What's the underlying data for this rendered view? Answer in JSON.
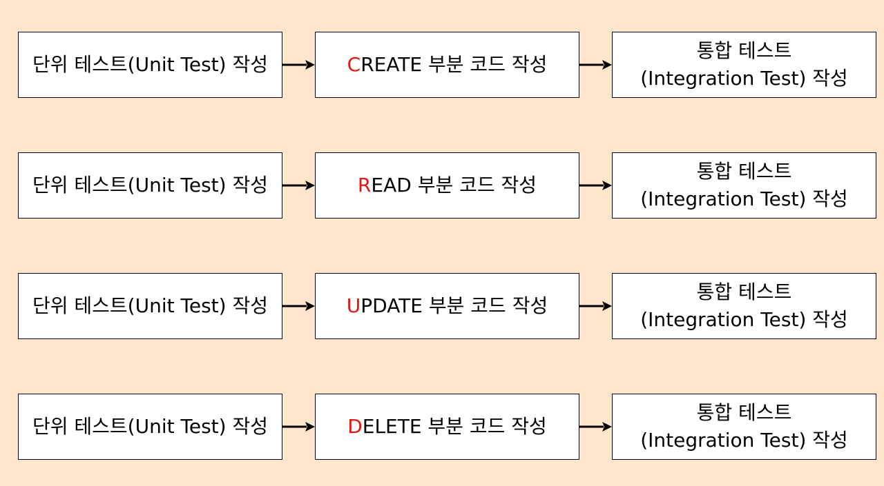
{
  "colors": {
    "background": "#FFE6CC",
    "box_fill": "#FFFFFF",
    "border": "#000000",
    "accent": "#E8140F"
  },
  "rows": [
    {
      "unit_test": "단위 테스트(Unit Test) 작성",
      "code_initial": "C",
      "code_rest": "REATE 부분 코드 작성",
      "integration_line1": "통합 테스트",
      "integration_line2": "(Integration Test) 작성"
    },
    {
      "unit_test": "단위 테스트(Unit Test) 작성",
      "code_initial": "R",
      "code_rest": "EAD 부분 코드 작성",
      "integration_line1": "통합 테스트",
      "integration_line2": "(Integration Test) 작성"
    },
    {
      "unit_test": "단위 테스트(Unit Test) 작성",
      "code_initial": "U",
      "code_rest": "PDATE 부분 코드 작성",
      "integration_line1": "통합 테스트",
      "integration_line2": "(Integration Test) 작성"
    },
    {
      "unit_test": "단위 테스트(Unit Test) 작성",
      "code_initial": "D",
      "code_rest": "ELETE 부분 코드 작성",
      "integration_line1": "통합 테스트",
      "integration_line2": "(Integration Test) 작성"
    }
  ]
}
